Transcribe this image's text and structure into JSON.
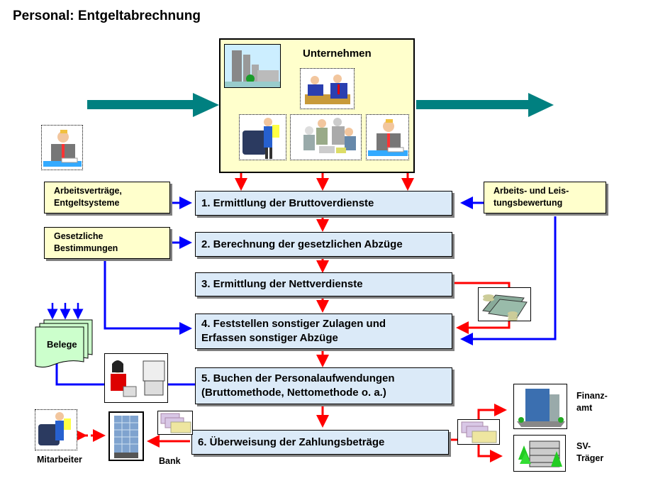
{
  "title": "Personal: Entgeltabrechnung",
  "company": {
    "label": "Unternehmen",
    "pictures": [
      "office-buildings-icon",
      "meeting-icon",
      "factory-worker-icon",
      "team-discussion-icon",
      "manager-phone-icon"
    ]
  },
  "inputs": {
    "arbeitsvertraege": [
      "Arbeitsverträge,",
      "Entgeltsysteme"
    ],
    "gesetzliche": [
      "Gesetzliche",
      "Bestimmungen"
    ],
    "bewertung": [
      "Arbeits- und Leis-",
      "tungsbewertung"
    ],
    "belege": "Belege"
  },
  "steps": [
    {
      "lines": [
        "1. Ermittlung der Bruttoverdienste"
      ]
    },
    {
      "lines": [
        "2. Berechnung der gesetzlichen Abzüge"
      ]
    },
    {
      "lines": [
        "3. Ermittlung der Nettverdienste"
      ]
    },
    {
      "lines": [
        "4. Feststellen sonstiger Zulagen und",
        "Erfassen sonstiger Abzüge"
      ]
    },
    {
      "lines": [
        "5. Buchen der Personalaufwendungen",
        "(Bruttomethode, Nettomethode o. a.)"
      ]
    },
    {
      "lines": [
        "6. Überweisung der Zahlungsbeträge"
      ]
    }
  ],
  "recipients": {
    "mitarbeiter": "Mitarbeiter",
    "bank": "Bank",
    "finanzamt": [
      "Finanz-",
      "amt"
    ],
    "sv_traeger": [
      "SV-",
      "Träger"
    ]
  },
  "colors": {
    "flow_arrow": "#008080",
    "red_arrow": "#ff0000",
    "blue_arrow": "#0000ff",
    "step_fill": "#dbeaf8",
    "input_fill": "#ffffcc"
  }
}
